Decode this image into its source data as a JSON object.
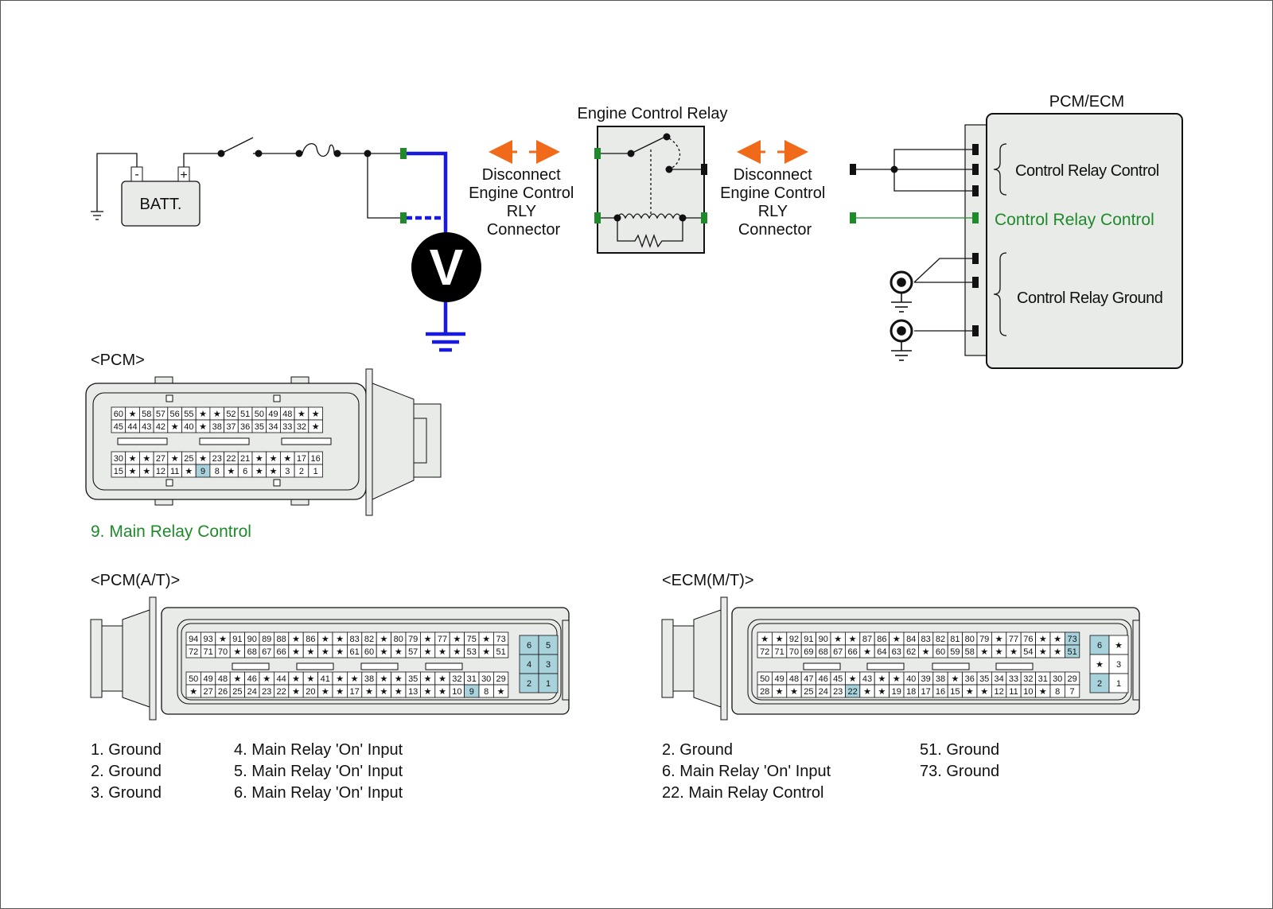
{
  "colors": {
    "probe_wire": "#1a1adc",
    "green_accent": "#1e8a2a",
    "orange_arrow": "#f06a1a",
    "connector_fill": "#e8ebe8",
    "highlight_pin": "#a9d3dc"
  },
  "circuit": {
    "battery_label": "BATT.",
    "battery_minus": "-",
    "battery_plus": "+",
    "voltmeter_label": "V",
    "relay_title": "Engine Control Relay",
    "disconnect_left": [
      "Disconnect",
      "Engine Control",
      "RLY",
      "Connector"
    ],
    "disconnect_right": [
      "Disconnect",
      "Engine Control",
      "RLY",
      "Connector"
    ],
    "ecm_title": "PCM/ECM",
    "ecm_labels": {
      "control_1": "Control Relay Control",
      "control_2": "Control Relay Control",
      "ground": "Control Relay Ground"
    }
  },
  "pcm": {
    "title": "<PCM>",
    "rows_top": [
      [
        "60",
        "*",
        "58",
        "57",
        "56",
        "55",
        "*",
        "*",
        "52",
        "51",
        "50",
        "49",
        "48",
        "*",
        "*"
      ],
      [
        "45",
        "44",
        "43",
        "42",
        "*",
        "40",
        "*",
        "38",
        "37",
        "36",
        "35",
        "34",
        "33",
        "32",
        "*"
      ]
    ],
    "rows_bottom": [
      [
        "30",
        "*",
        "*",
        "27",
        "*",
        "25",
        "*",
        "23",
        "22",
        "21",
        "*",
        "*",
        "*",
        "17",
        "16"
      ],
      [
        "15",
        "*",
        "*",
        "12",
        "11",
        "*",
        "9",
        "8",
        "*",
        "6",
        "*",
        "*",
        "3",
        "2",
        "1"
      ]
    ],
    "highlight": [
      "9"
    ],
    "note": "9. Main Relay Control"
  },
  "pcm_at": {
    "title": "<PCM(A/T)>",
    "rows_top": [
      [
        "94",
        "93",
        "*",
        "91",
        "90",
        "89",
        "88",
        "*",
        "86",
        "*",
        "*",
        "83",
        "82",
        "*",
        "80",
        "79",
        "*",
        "77",
        "*",
        "75",
        "*",
        "73"
      ],
      [
        "72",
        "71",
        "70",
        "*",
        "68",
        "67",
        "66",
        "*",
        "*",
        "*",
        "*",
        "61",
        "60",
        "*",
        "*",
        "57",
        "*",
        "*",
        "*",
        "53",
        "*",
        "51"
      ]
    ],
    "rows_bottom": [
      [
        "50",
        "49",
        "48",
        "*",
        "46",
        "*",
        "44",
        "*",
        "*",
        "41",
        "*",
        "*",
        "38",
        "*",
        "*",
        "35",
        "*",
        "*",
        "32",
        "31",
        "30",
        "29"
      ],
      [
        "*",
        "27",
        "26",
        "25",
        "24",
        "23",
        "22",
        "*",
        "20",
        "*",
        "*",
        "17",
        "*",
        "*",
        "*",
        "13",
        "*",
        "*",
        "10",
        "9",
        "8",
        "*"
      ]
    ],
    "highlight": [
      "9"
    ],
    "side_block": [
      [
        "6",
        "5"
      ],
      [
        "4",
        "3"
      ],
      [
        "2",
        "1"
      ]
    ],
    "side_highlight": [
      "1",
      "2",
      "3",
      "4",
      "5",
      "6"
    ],
    "legend_col1": [
      "1. Ground",
      "2. Ground",
      "3. Ground"
    ],
    "legend_col2": [
      "4. Main Relay 'On' Input",
      "5. Main Relay 'On' Input",
      "6. Main Relay 'On' Input"
    ]
  },
  "ecm_mt": {
    "title": "<ECM(M/T)>",
    "rows_top": [
      [
        "*",
        "*",
        "92",
        "91",
        "90",
        "*",
        "*",
        "87",
        "86",
        "*",
        "84",
        "83",
        "82",
        "81",
        "80",
        "79",
        "*",
        "77",
        "76",
        "*",
        "*",
        "73"
      ],
      [
        "72",
        "71",
        "70",
        "69",
        "68",
        "67",
        "66",
        "*",
        "64",
        "63",
        "62",
        "*",
        "60",
        "59",
        "58",
        "*",
        "*",
        "*",
        "54",
        "*",
        "*",
        "51"
      ]
    ],
    "rows_bottom": [
      [
        "50",
        "49",
        "48",
        "47",
        "46",
        "45",
        "*",
        "43",
        "*",
        "*",
        "40",
        "39",
        "38",
        "*",
        "36",
        "35",
        "34",
        "33",
        "32",
        "31",
        "30",
        "29"
      ],
      [
        "28",
        "*",
        "*",
        "25",
        "24",
        "23",
        "22",
        "*",
        "*",
        "19",
        "18",
        "17",
        "16",
        "15",
        "*",
        "*",
        "12",
        "11",
        "10",
        "*",
        "8",
        "7"
      ]
    ],
    "highlight": [
      "73",
      "51",
      "22"
    ],
    "side_block": [
      [
        "6",
        "*"
      ],
      [
        "*",
        "3"
      ],
      [
        "2",
        "1"
      ]
    ],
    "side_highlight": [
      "6",
      "2"
    ],
    "legend_col1": [
      "2. Ground",
      "6. Main Relay 'On' Input",
      "22. Main Relay Control"
    ],
    "legend_col2": [
      "51. Ground",
      "73. Ground"
    ]
  }
}
